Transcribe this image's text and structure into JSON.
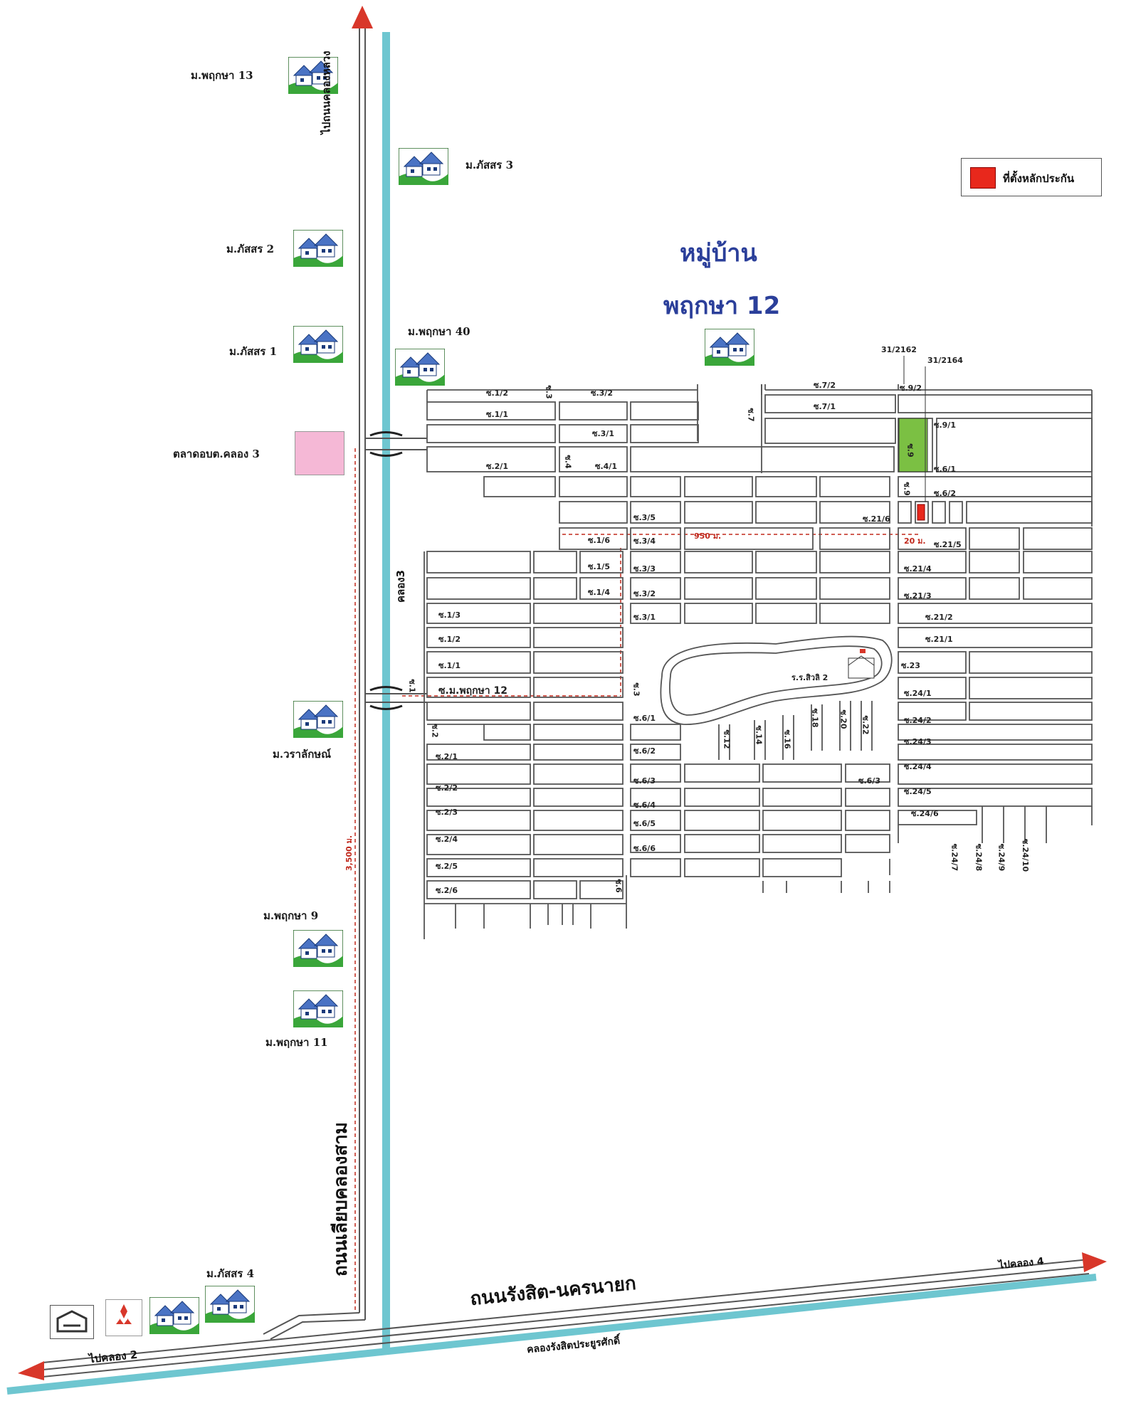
{
  "legend": {
    "label": "ที่ตั้งหลักประกัน",
    "swatch_color": "#e8281c"
  },
  "title": {
    "line1": "หมู่บ้าน",
    "line2": "พฤกษา 12"
  },
  "colors": {
    "canal": "#6ec6d0",
    "road": "#555555",
    "marker": "#d8372a",
    "collateral": "#e8281c",
    "green_plot": "#7bc043",
    "measure": "#c0281c"
  },
  "villages": {
    "v13": "ม.พฤกษา 13",
    "pat3": "ม.ภัสสร 3",
    "pat2": "ม.ภัสสร 2",
    "pat1": "ม.ภัสสร 1",
    "p40": "ม.พฤกษา 40",
    "market": "ตลาดอบต.คลอง 3",
    "wara": "ม.วราลักษณ์",
    "p9": "ม.พฤกษา 9",
    "p11": "ม.พฤกษา 11",
    "pat4": "ม.ภัสสร 4"
  },
  "roads": {
    "north": "ไปถนนคลองหลวง",
    "canal3": "คลอง3",
    "main_vertical": "ถนนเลียบคลองสาม",
    "rangsit": "ถนนรังสิต-นครนายก",
    "to_k4": "ไปคลอง 4",
    "to_k2": "ไปคลอง 2",
    "canal_rangsit": "คลองรังสิตประยูรศักดิ์"
  },
  "measures": {
    "d950": "950 ม.",
    "d20": "20 ม.",
    "d3500": "3,500 ม."
  },
  "parcels": {
    "a": "31/2162",
    "b": "31/2164"
  },
  "school": "ร.ร.สิวลิ 2",
  "sois": {
    "s1_2": "ซ.1/2",
    "s1_1": "ซ.1/1",
    "s3v": "ซ.3",
    "s3_2": "ซ.3/2",
    "s3_1": "ซ.3/1",
    "s2_1a": "ซ.2/1",
    "s4v": "ซ.4",
    "s4_1": "ซ.4/1",
    "s7_2": "ซ.7/2",
    "s7_1": "ซ.7/1",
    "s7v": "ซ.7",
    "s9_2": "ซ.9/2",
    "s9_1": "ซ.9/1",
    "s9v": "ซ.9",
    "s6_1a": "ซ.6/1",
    "s6_2a": "ซ.6/2",
    "s9g": "ซ.9",
    "s3_5": "ซ.3/5",
    "s21_6": "ซ.21/6",
    "s1_6": "ซ.1/6",
    "s3_4": "ซ.3/4",
    "s21_5": "ซ.21/5",
    "s1_5": "ซ.1/5",
    "s3_3": "ซ.3/3",
    "s21_4": "ซ.21/4",
    "s1_4": "ซ.1/4",
    "s3_2b": "ซ.3/2",
    "s21_3": "ซ.21/3",
    "s1_3": "ซ.1/3",
    "s3_1b": "ซ.3/1",
    "s21_2": "ซ.21/2",
    "s1_2b": "ซ.1/2",
    "s21_1": "ซ.21/1",
    "s1_1b": "ซ.1/1",
    "s23": "ซ.23",
    "s1v": "ซ.1",
    "smain": "ซ.ม.พฤกษา 12",
    "s3v2": "ซ.3",
    "s24_1": "ซ.24/1",
    "s2v": "ซ.2",
    "s6_1": "ซ.6/1",
    "s12": "ซ.12",
    "s14": "ซ.14",
    "s16": "ซ.16",
    "s18": "ซ.18",
    "s20": "ซ.20",
    "s22": "ซ.22",
    "s24_2": "ซ.24/2",
    "s6_2": "ซ.6/2",
    "s24_3": "ซ.24/3",
    "s2_1": "ซ.2/1",
    "s24_4": "ซ.24/4",
    "s6_3": "ซ.6/3",
    "s6_3b": "ซ.6/3",
    "s24_5": "ซ.24/5",
    "s2_2": "ซ.2/2",
    "s6_4": "ซ.6/4",
    "s24_6": "ซ.24/6",
    "s2_3": "ซ.2/3",
    "s6_5": "ซ.6/5",
    "s2_4": "ซ.2/4",
    "s6_6": "ซ.6/6",
    "s24_7": "ซ.24/7",
    "s24_8": "ซ.24/8",
    "s24_9": "ซ.24/9",
    "s24_10": "ซ.24/10",
    "s2_5": "ซ.2/5",
    "s2_6": "ซ.2/6",
    "s6v": "ซ.6"
  }
}
